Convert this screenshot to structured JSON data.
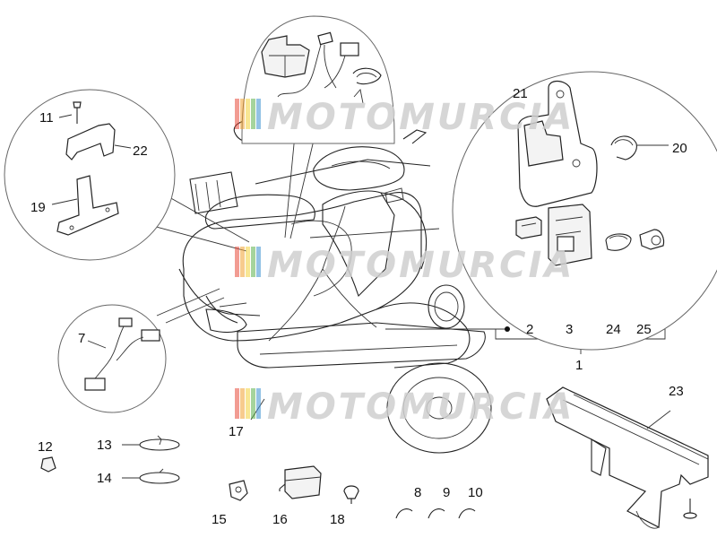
{
  "watermark": {
    "text": "MOTOMURCIA",
    "bar_colors": [
      "#e84a3a",
      "#f0a030",
      "#f2d23a",
      "#5bb04a",
      "#3a8fd0"
    ]
  },
  "callouts": {
    "c1": "1",
    "c2": "2",
    "c3": "3",
    "c7": "7",
    "c8": "8",
    "c9": "9",
    "c10": "10",
    "c11": "11",
    "c12": "12",
    "c13": "13",
    "c14": "14",
    "c15": "15",
    "c16": "16",
    "c17": "17",
    "c18": "18",
    "c19": "19",
    "c20": "20",
    "c21": "21",
    "c22": "22",
    "c23": "23",
    "c24": "24",
    "c25": "25"
  }
}
